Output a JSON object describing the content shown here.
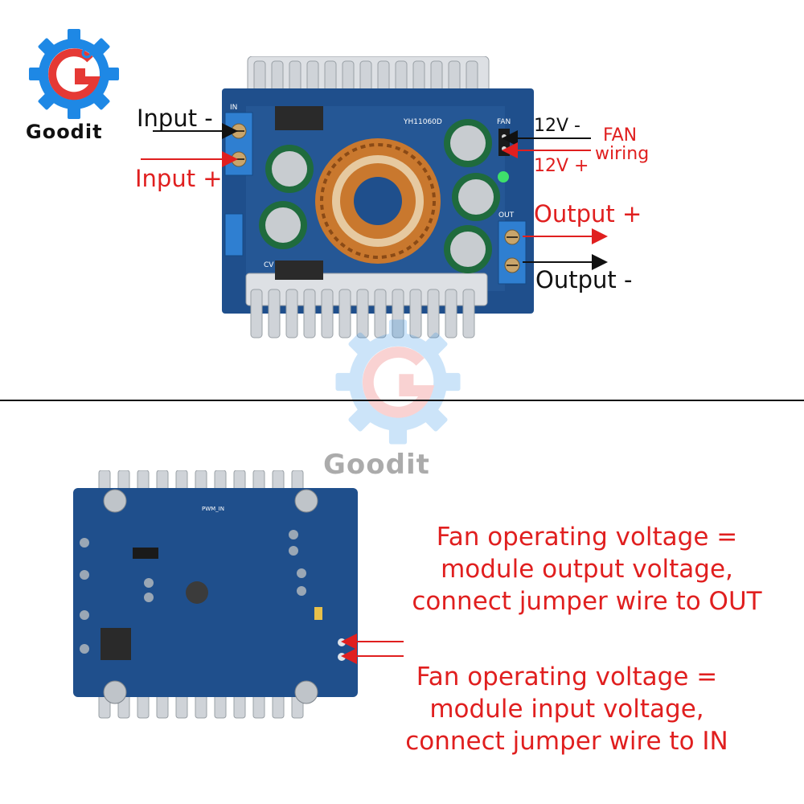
{
  "brand": {
    "name": "Goodit",
    "watermark": "Goodit",
    "colors": {
      "gear": "#1e88e5",
      "ring": "#e53935",
      "text": "#111111"
    }
  },
  "top_labels": {
    "input_minus": "Input -",
    "input_plus": "Input +",
    "output_plus": "Output +",
    "output_minus": "Output -",
    "fan_12v_minus": "12V -",
    "fan_12v_plus": "12V +",
    "fan": "FAN",
    "wiring": "wiring"
  },
  "board_marks": {
    "in": "IN",
    "out": "OUT",
    "fan": "FAN",
    "cv": "CV",
    "model": "YH11060D",
    "pwm": "PWM_IN"
  },
  "bottom_notes": {
    "out": [
      "Fan operating voltage =",
      "module output voltage,",
      "connect jumper wire to OUT"
    ],
    "in": [
      "Fan operating voltage =",
      "module input voltage,",
      "connect jumper wire to IN"
    ]
  },
  "colors": {
    "label_red": "#e01f1f",
    "label_black": "#111111",
    "pcb_blue": "#1f4f8c",
    "heatsink": "#c9cdd2"
  }
}
